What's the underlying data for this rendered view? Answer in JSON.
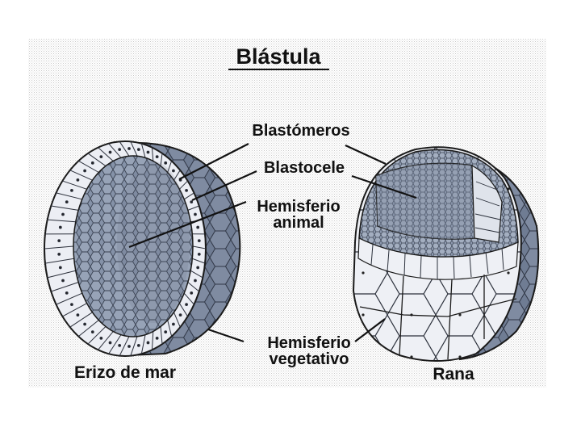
{
  "title": "Blástula",
  "labels": {
    "blastomeros": "Blastómeros",
    "blastocele": "Blastocele",
    "hemisferio_animal_1": "Hemisferio",
    "hemisferio_animal_2": "animal",
    "hemisferio_vegetativo_1": "Hemisferio",
    "hemisferio_vegetativo_2": "vegetativo",
    "erizo": "Erizo de mar",
    "rana": "Rana"
  },
  "colors": {
    "background_pattern": "#e4e4e4",
    "cell_fill": "#eceef4",
    "cell_dark": "#7d8aa0",
    "cell_mid": "#a9b3c4",
    "outline": "#1a1a1a"
  }
}
